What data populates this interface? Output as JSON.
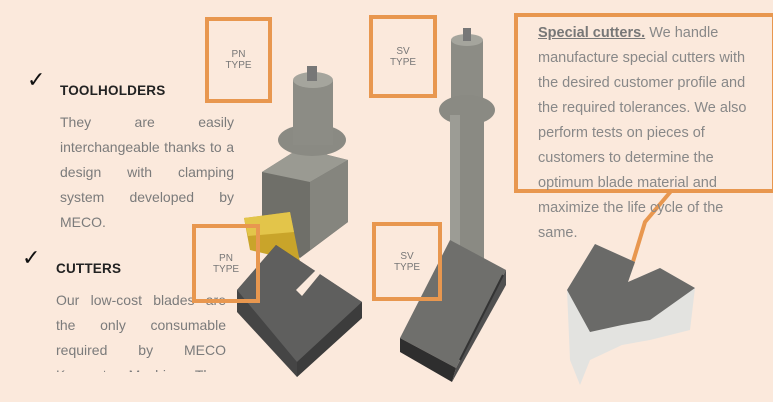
{
  "toolholders": {
    "check_icon": "checkmark-icon",
    "title": "TOOLHOLDERS",
    "description": "They are easily interchangeable thanks to a design with clamping system developed by MECO."
  },
  "cutters": {
    "check_icon": "checkmark-icon",
    "title": "CUTTERS",
    "description": "Our low-cost blades are the only consumable required by MECO Keyseater Machine. They are designed to maximize the life..."
  },
  "labels": {
    "pn_toolholder": [
      "PN",
      "TYPE"
    ],
    "sv_toolholder": [
      "SV",
      "TYPE"
    ],
    "pn_cutter": [
      "PN",
      "TYPE"
    ],
    "sv_cutter": [
      "SV",
      "TYPE"
    ]
  },
  "special": {
    "heading": "Special cutters.",
    "text": " We handle manufacture special cutters with the desired customer profile and the required tolerances. We also perform tests on pieces of customers to determine the optimum blade material and maximize the life cycle of the same."
  },
  "colors": {
    "background": "#fbe9dc",
    "accent": "#e8974f",
    "body_text": "#7b7b7b"
  }
}
